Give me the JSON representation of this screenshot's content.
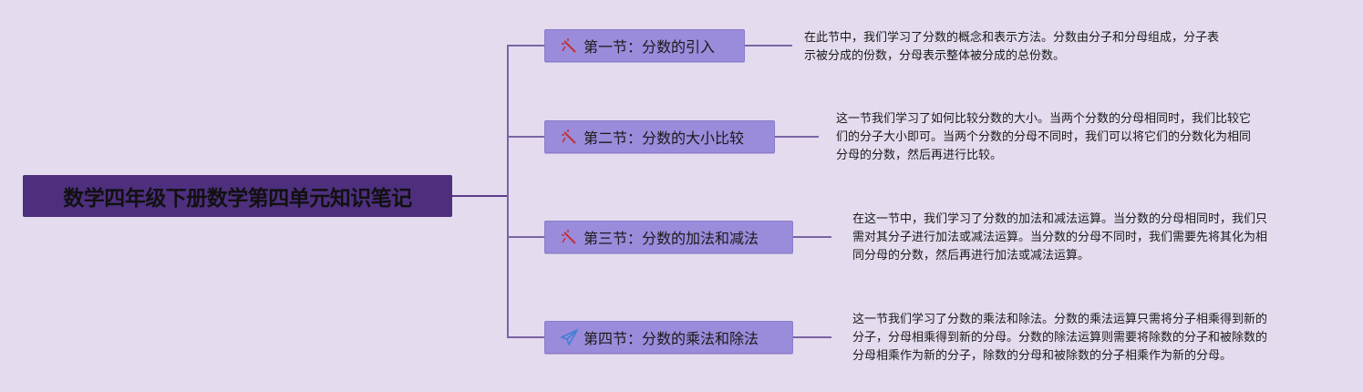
{
  "root": {
    "title": "数学四年级下册数学第四单元知识笔记"
  },
  "colors": {
    "root": "#4e2f7e",
    "node": "#9b8bdb",
    "line": "#7a64a4",
    "background": "#e4dcee"
  },
  "sections": [
    {
      "title": "第一节：分数的引入",
      "icon": "magic-wand-icon",
      "lines": [
        "在此节中，我们学习了分数的概念和表示方法。分数由分子和分母组成，分子表",
        "示被分成的份数，分母表示整体被分成的总份数。"
      ]
    },
    {
      "title": "第二节：分数的大小比较",
      "icon": "magic-wand-icon",
      "lines": [
        "这一节我们学习了如何比较分数的大小。当两个分数的分母相同时，我们比较它",
        "们的分子大小即可。当两个分数的分母不同时，我们可以将它们的分数化为相同",
        "分母的分数，然后再进行比较。"
      ]
    },
    {
      "title": "第三节：分数的加法和减法",
      "icon": "magic-wand-icon",
      "lines": [
        "在这一节中，我们学习了分数的加法和减法运算。当分数的分母相同时，我们只",
        "需对其分子进行加法或减法运算。当分数的分母不同时，我们需要先将其化为相",
        "同分母的分数，然后再进行加法或减法运算。"
      ]
    },
    {
      "title": "第四节：分数的乘法和除法",
      "icon": "paper-plane-icon",
      "lines": [
        "这一节我们学习了分数的乘法和除法。分数的乘法运算只需将分子相乘得到新的",
        "分子，分母相乘得到新的分母。分数的除法运算则需要将除数的分子和被除数的",
        "分母相乘作为新的分子，除数的分母和被除数的分子相乘作为新的分母。"
      ]
    }
  ]
}
